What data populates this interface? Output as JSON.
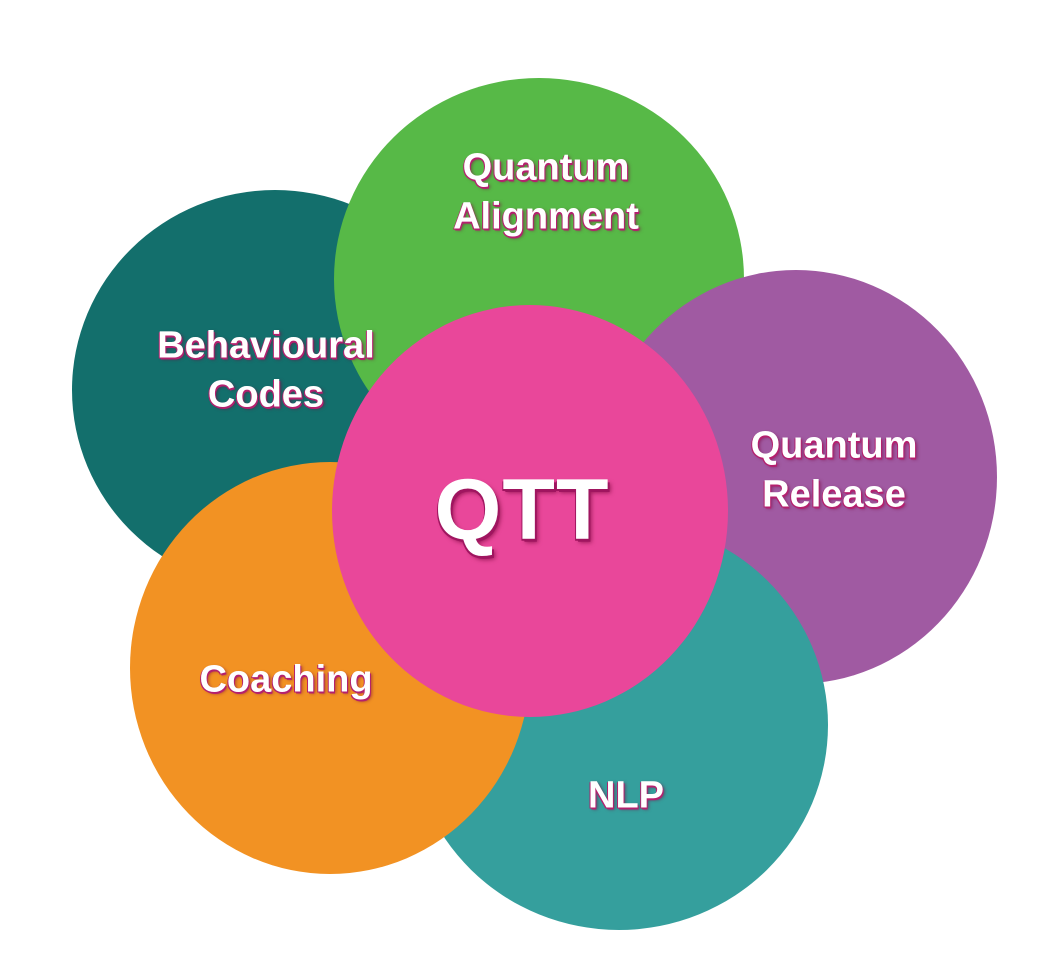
{
  "diagram": {
    "center": {
      "label": "QTT",
      "color": "#e9479a"
    },
    "petals": [
      {
        "id": "behavioural-codes",
        "lines": [
          "Behavioural",
          "Codes"
        ],
        "color": "#136f6c"
      },
      {
        "id": "quantum-alignment",
        "lines": [
          "Quantum",
          "Alignment"
        ],
        "color": "#57b947"
      },
      {
        "id": "quantum-release",
        "lines": [
          "Quantum",
          "Release"
        ],
        "color": "#a05aa2"
      },
      {
        "id": "nlp",
        "lines": [
          "NLP"
        ],
        "color": "#359f9d"
      },
      {
        "id": "coaching",
        "lines": [
          "Coaching"
        ],
        "color": "#f29223"
      }
    ]
  }
}
